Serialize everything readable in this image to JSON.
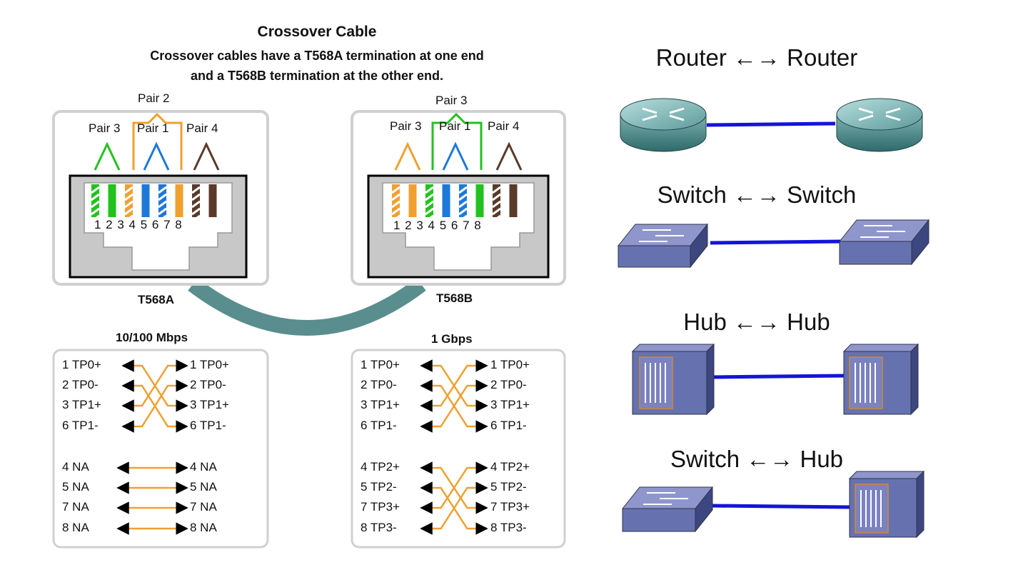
{
  "header": {
    "title": "Crossover Cable",
    "subtitle_line1": "Crossover cables have a T568A termination at one end",
    "subtitle_line2": "and a T568B termination at the other end."
  },
  "connector_a": {
    "name": "T568A",
    "top_pair": "Pair 2",
    "pair_left": "Pair 3",
    "pair_mid": "Pair 1",
    "pair_right": "Pair 4",
    "pin_numbers": "1 2 3 4 5 6 7 8",
    "wire_colors": [
      "#22c21e",
      "#22c21e",
      "#f0a030",
      "#1e78d8",
      "#1e78d8",
      "#f0a030",
      "#5a3a2a",
      "#5a3a2a"
    ]
  },
  "connector_b": {
    "name": "T568B",
    "top_pair": "Pair 3",
    "pair_left": "Pair 3",
    "pair_mid": "Pair 1",
    "pair_right": "Pair 4",
    "pin_numbers": "1 2 3 4 5 6 7 8",
    "wire_colors": [
      "#f0a030",
      "#f0a030",
      "#22c21e",
      "#1e78d8",
      "#1e78d8",
      "#22c21e",
      "#5a3a2a",
      "#5a3a2a"
    ]
  },
  "speed_a": {
    "title": "10/100 Mbps",
    "left": [
      "1 TP0+",
      "2 TP0-",
      "3 TP1+",
      "6 TP1-",
      "4 NA",
      "5 NA",
      "7 NA",
      "8 NA"
    ],
    "right": [
      "1 TP0+",
      "2 TP0-",
      "3 TP1+",
      "6 TP1-",
      "4 NA",
      "5 NA",
      "7 NA",
      "8 NA"
    ]
  },
  "speed_b": {
    "title": "1 Gbps",
    "left": [
      "1 TP0+",
      "2 TP0-",
      "3 TP1+",
      "6 TP1-",
      "4 TP2+",
      "5 TP2-",
      "7 TP3+",
      "8 TP3-"
    ],
    "right": [
      "1 TP0+",
      "2 TP0-",
      "3 TP1+",
      "6 TP1-",
      "4 TP2+",
      "5 TP2-",
      "7 TP3+",
      "8 TP3-"
    ]
  },
  "links": [
    {
      "label": "Router ←→ Router"
    },
    {
      "label": "Switch ←→ Switch"
    },
    {
      "label": "Hub ←→ Hub"
    },
    {
      "label": "Switch ←→ Hub"
    }
  ],
  "colors": {
    "wire_orange": "#f0a030",
    "link_blue": "#1414d8",
    "cable_teal": "#5a8e8e",
    "device_blue": "#6672b0"
  }
}
